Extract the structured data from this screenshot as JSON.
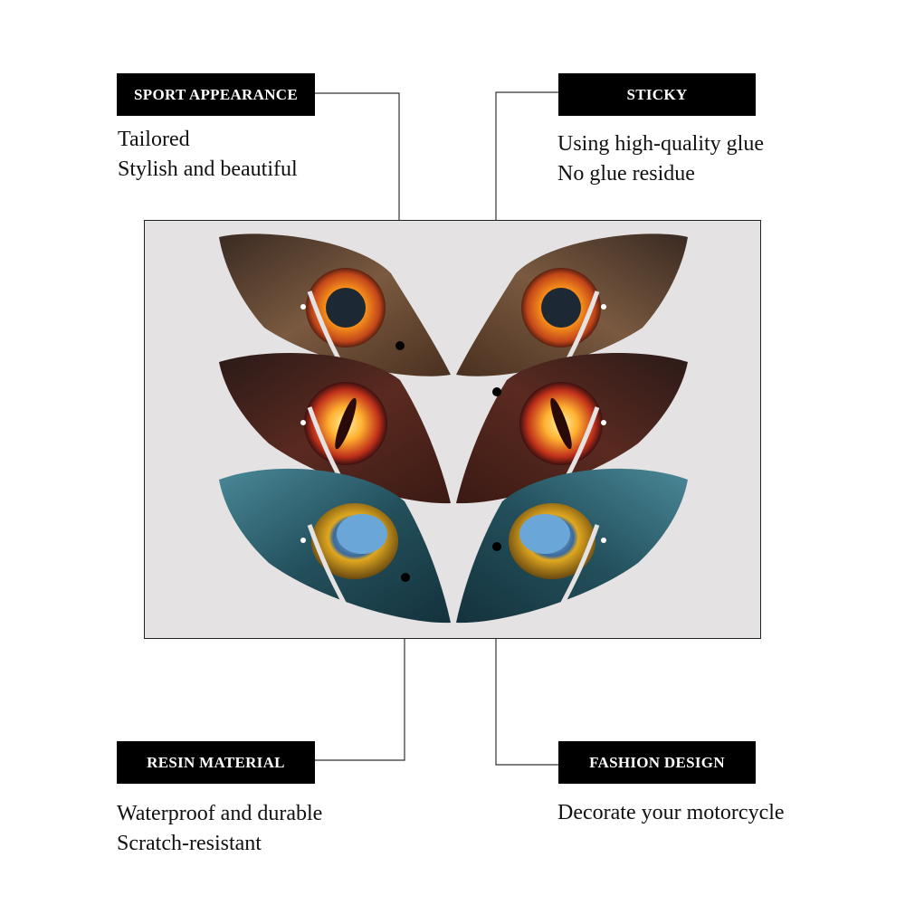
{
  "features": [
    {
      "id": "sport",
      "title": "SPORT APPEARANCE",
      "lines": [
        "Tailored",
        "Stylish and beautiful"
      ]
    },
    {
      "id": "sticky",
      "title": "STICKY",
      "lines": [
        "Using high-quality glue",
        "No glue residue"
      ]
    },
    {
      "id": "resin",
      "title": "RESIN MATERIAL",
      "lines": [
        "Waterproof and durable",
        "Scratch-resistant"
      ]
    },
    {
      "id": "fashion",
      "title": "FASHION DESIGN",
      "lines": [
        "Decorate your motorcycle"
      ]
    }
  ],
  "colors": {
    "tag_bg": "#000000",
    "panel_bg": "#e4e2e2",
    "eye_top": "#e8801f",
    "eye_mid": "#f0b030",
    "eye_bottom": "#d9a82a",
    "skin_top": "#6b4a33",
    "skin_mid": "#4a2a22",
    "skin_bottom": "#2f5a66"
  },
  "icons": [
    "left-eye-sticker",
    "right-eye-sticker",
    "callout-dot"
  ]
}
